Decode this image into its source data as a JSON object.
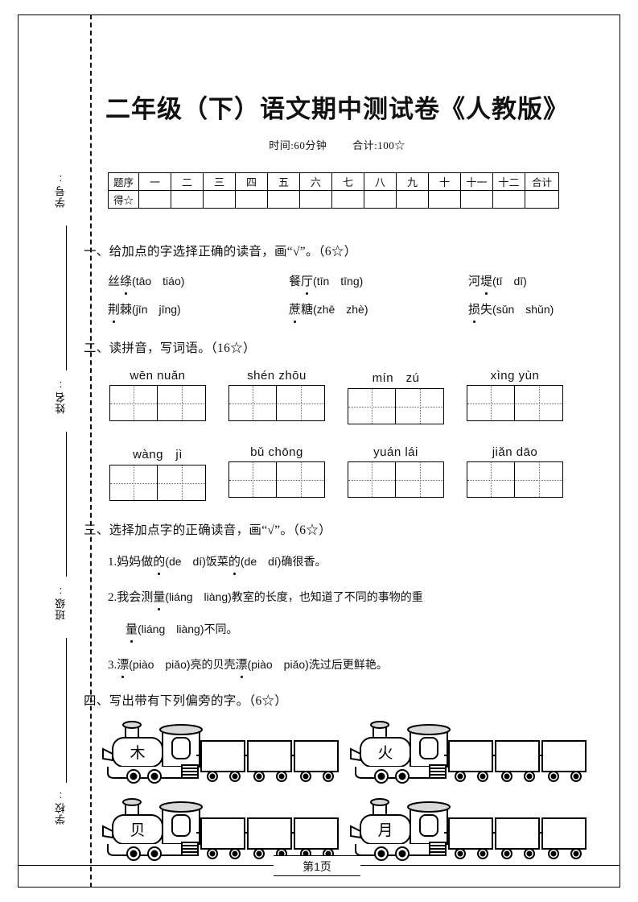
{
  "page": {
    "title": "二年级（下）语文期中测试卷《人教版》",
    "time_label": "时间:60分钟",
    "total_label": "合计:100☆",
    "footer": "第1页"
  },
  "margin": {
    "labels": [
      "学号:",
      "姓名:",
      "班级:",
      "学校:"
    ]
  },
  "score_table": {
    "row_header_1": "题序",
    "row_header_2": "得☆",
    "columns": [
      "一",
      "二",
      "三",
      "四",
      "五",
      "六",
      "七",
      "八",
      "九",
      "十",
      "十一",
      "十二"
    ],
    "total_column": "合计"
  },
  "sections": [
    {
      "heading": "一、给加点的字选择正确的读音，画“√”。（6☆）",
      "items": [
        {
          "word_pre": "丝",
          "word_dot": "绦",
          "word_post": "",
          "options": "(tāo　tiáo)"
        },
        {
          "word_pre": "餐",
          "word_dot": "厅",
          "word_post": "",
          "options": "(tīn　tīng)"
        },
        {
          "word_pre": "河",
          "word_dot": "堤",
          "word_post": "",
          "options": "(tī　dī)"
        },
        {
          "word_pre": "",
          "word_dot": "荆",
          "word_post": "棘",
          "options": "(jīn　jīng)"
        },
        {
          "word_pre": "",
          "word_dot": "蔗",
          "word_post": "糖",
          "options": "(zhē　zhè)"
        },
        {
          "word_pre": "",
          "word_dot": "损",
          "word_post": "失",
          "options": "(sǔn　shǔn)"
        }
      ]
    },
    {
      "heading": "二、读拼音，写词语。（16☆）",
      "words": [
        {
          "pinyin": "wēn nuǎn"
        },
        {
          "pinyin": "shén zhōu"
        },
        {
          "pinyin": "mín　zú"
        },
        {
          "pinyin": "xìng yùn"
        },
        {
          "pinyin": "wàng　jì"
        },
        {
          "pinyin": "bǔ chōng"
        },
        {
          "pinyin": "yuán lái"
        },
        {
          "pinyin": "jiǎn dāo"
        }
      ]
    },
    {
      "heading": "三、选择加点字的正确读音，画“√”。（6☆）",
      "questions": [
        {
          "number": "1.",
          "parts": [
            {
              "t": "妈妈做",
              "dot": false
            },
            {
              "t": "的",
              "dot": true
            },
            {
              "t": "(de　dí)饭菜",
              "dot": false
            },
            {
              "t": "的",
              "dot": true
            },
            {
              "t": "(de　dí)确很香。",
              "dot": false
            }
          ]
        },
        {
          "number": "2.",
          "parts": [
            {
              "t": "我会测",
              "dot": false
            },
            {
              "t": "量",
              "dot": true
            },
            {
              "t": "(liáng　liàng)教室的长度，也知道了不同的事物的重",
              "dot": false
            }
          ],
          "continuation": [
            {
              "t": "量",
              "dot": true
            },
            {
              "t": "(liáng　liàng)不同。",
              "dot": false
            }
          ]
        },
        {
          "number": "3.",
          "parts": [
            {
              "t": "漂",
              "dot": true
            },
            {
              "t": "(piào　piǎo)亮的贝壳",
              "dot": false
            },
            {
              "t": "漂",
              "dot": true
            },
            {
              "t": "(piào　piǎo)洗过后更鲜艳。",
              "dot": false
            }
          ]
        }
      ]
    },
    {
      "heading": "四、写出带有下列偏旁的字。（6☆）",
      "trains": [
        {
          "radical": "木",
          "cars": 3
        },
        {
          "radical": "火",
          "cars": 3
        },
        {
          "radical": "贝",
          "cars": 3
        },
        {
          "radical": "月",
          "cars": 3
        }
      ]
    }
  ]
}
